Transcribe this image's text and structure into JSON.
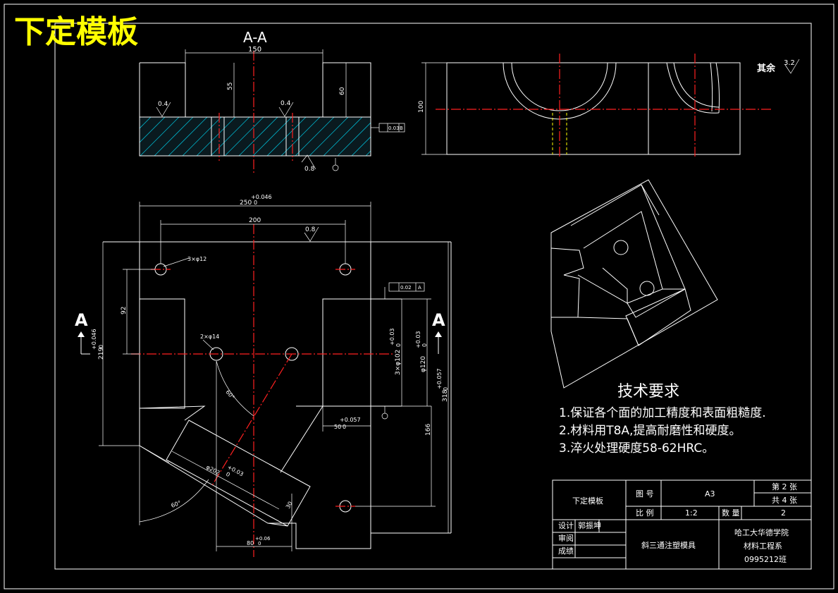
{
  "title": "下定模板",
  "section_label": "A-A",
  "view_markers": {
    "left": "A",
    "right": "A"
  },
  "surface_note": {
    "label": "其余",
    "value": "3.2"
  },
  "section_view": {
    "dims": {
      "width": "150",
      "depth_left": "55",
      "depth_right": "60",
      "roughness_a": "0.4",
      "roughness_b": "0.4",
      "roughness_c": "0.8",
      "parallel_tol": "0.03",
      "datum": "B"
    }
  },
  "side_view": {
    "dims": {
      "height": "100"
    }
  },
  "plan_view": {
    "dims": {
      "w250": "250",
      "w250_tol": "+0.046",
      "w250_tol_low": "0",
      "w200": "200",
      "rough": "0.8",
      "holes_3": "3×φ12",
      "flatness_tol": "0.02",
      "flatness_datum": "A",
      "h92": "92",
      "h219": "219",
      "h219_tol": "+0.046",
      "h219_tol_low": "0",
      "holes_2": "2×φ14",
      "dia_102": "3×φ102",
      "dia_102_tol": "+0.03",
      "dia_102_tol_low": "0",
      "d120": "φ120",
      "d120_tol": "+0.03",
      "d120_tol_low": "0",
      "h318": "318",
      "h318_tol": "+0.057",
      "h318_tol_low": "0",
      "angle_60a": "60°",
      "angle_60b": "60°",
      "w50": "50",
      "w50_tol": "+0.057",
      "w50_tol_low": "0",
      "h166": "166",
      "dia_202": "φ202",
      "dia_202_tol": "+0.03",
      "dia_202_tol_low": "0",
      "w30": "30",
      "w80": "80",
      "w80_tol": "+0.06",
      "w80_tol_low": "0"
    }
  },
  "requirements": {
    "heading": "技术要求",
    "items": [
      "1.保证各个面的加工精度和表面粗糙度.",
      "2.材料用T8A,提高耐磨性和硬度。",
      "3.淬火处理硬度58-62HRC。"
    ]
  },
  "title_block": {
    "part_name": "下定模板",
    "drawing_no_label": "图 号",
    "drawing_no": "A3",
    "sheet_label": "第 2 张",
    "total_label": "共 4 张",
    "scale_label": "比 例",
    "scale": "1:2",
    "qty_label": "数 量",
    "qty": "2",
    "design_label": "设计",
    "designer": "郭振坤",
    "review_label": "审阅",
    "grade_label": "成绩",
    "project": "斜三通注塑模具",
    "school": "哈工大华德学院",
    "department": "材料工程系",
    "class": "0995212班"
  },
  "colors": {
    "line": "#ffffff",
    "center": "#ff2020",
    "hatch": "#00b0c8",
    "title": "#ffff00",
    "hidden": "#ffff00"
  }
}
